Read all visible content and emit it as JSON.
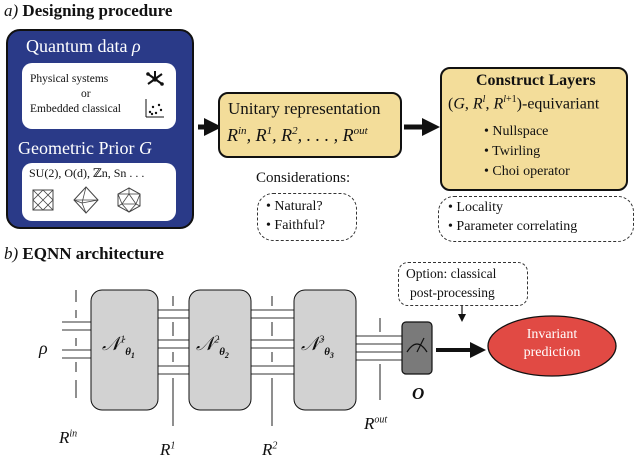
{
  "section_a": {
    "letter": "a)",
    "title": "Designing procedure"
  },
  "section_b": {
    "letter": "b)",
    "title": "EQNN architecture"
  },
  "quantum_data": {
    "title": "Quantum data",
    "rho": "ρ",
    "physical": "Physical systems",
    "or": "or",
    "embedded": "Embedded classical"
  },
  "geometric_prior": {
    "title": "Geometric Prior",
    "g": "G",
    "groups": "SU(2), O(d), ℤn, Sn . . ."
  },
  "unitary": {
    "title": "Unitary representation",
    "reps": "Rin, R1, R2, . . . , Rout"
  },
  "considerations": {
    "title": "Considerations:",
    "items": [
      "Natural?",
      "Faithful?"
    ]
  },
  "construct": {
    "title": "Construct Layers",
    "equivariant": "(G, Rl, Rl+1)-equivariant",
    "items": [
      "Nullspace",
      "Twirling",
      "Choi operator"
    ]
  },
  "extra": {
    "items": [
      "Locality",
      "Parameter correlating"
    ]
  },
  "architecture": {
    "input": "ρ",
    "layers": [
      {
        "symbol": "N",
        "sub": "θ1"
      },
      {
        "symbol": "N",
        "sub": "θ2"
      },
      {
        "symbol": "N",
        "sub": "θ3"
      }
    ],
    "reps": {
      "rin": "Rin",
      "r1": "R1",
      "r2": "R2",
      "rout": "Rout"
    },
    "observable": "O",
    "option_line1": "Option: classical",
    "option_line2": "post-processing",
    "prediction_line1": "Invariant",
    "prediction_line2": "prediction"
  },
  "colors": {
    "navy": "#2a3a88",
    "yellow": "#f3dd9a",
    "gray_layer": "#d2d2d2",
    "gray_meter": "#7a7a7a",
    "red": "#e14a44"
  }
}
